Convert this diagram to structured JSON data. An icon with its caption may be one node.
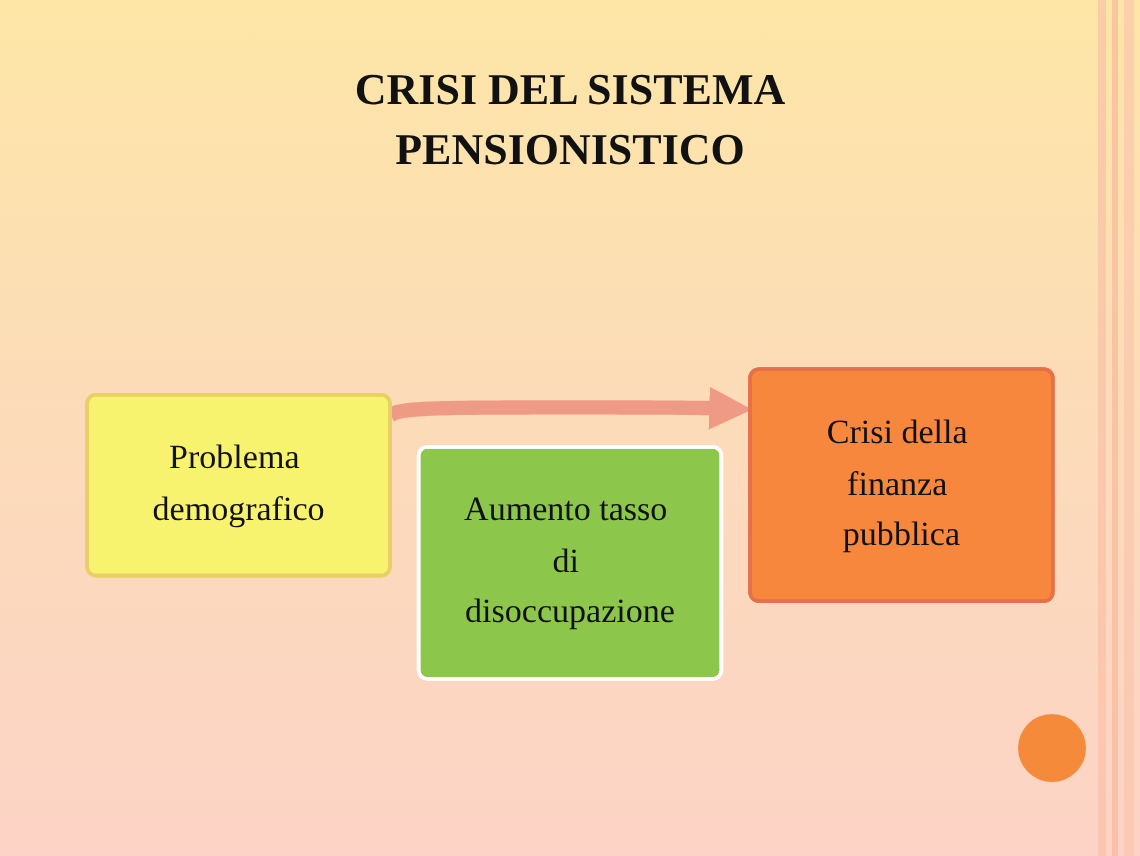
{
  "diagram": {
    "title": "CRISI DEL SISTEMA PENSIONISTICO",
    "nodes": [
      {
        "text": [
          "Problema demografico"
        ]
      },
      {
        "text": [
          "Aumento tasso di disoccupazione"
        ]
      },
      {
        "text": [
          "Crisi della finanza pubblica"
        ]
      }
    ],
    "edges": [
      {
        "from": 0,
        "to": 2,
        "arrow": "to"
      }
    ]
  }
}
